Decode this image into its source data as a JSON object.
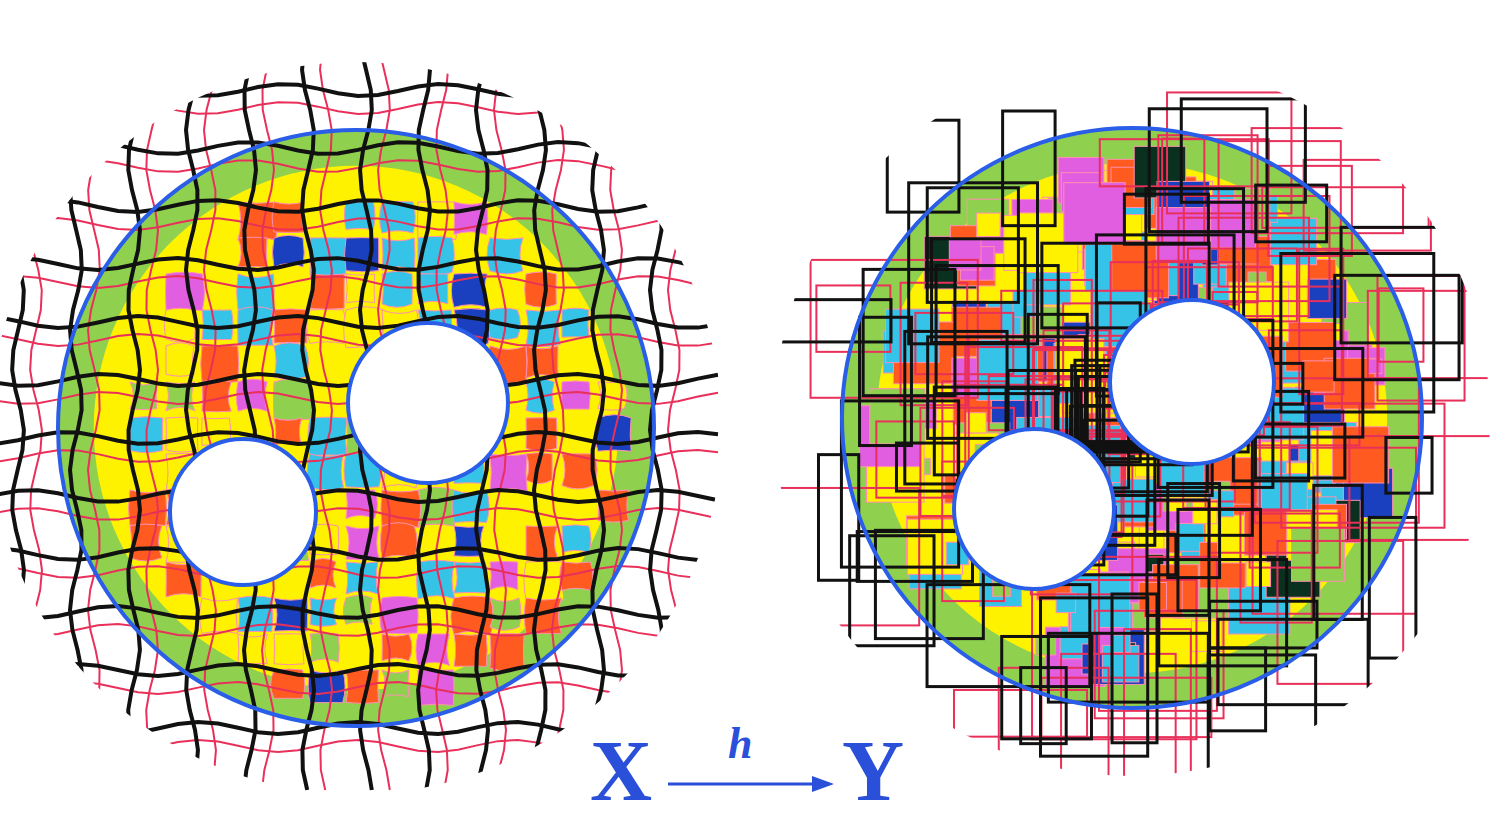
{
  "diagram": {
    "labels": [
      "X",
      "h",
      "Y"
    ]
  }
}
